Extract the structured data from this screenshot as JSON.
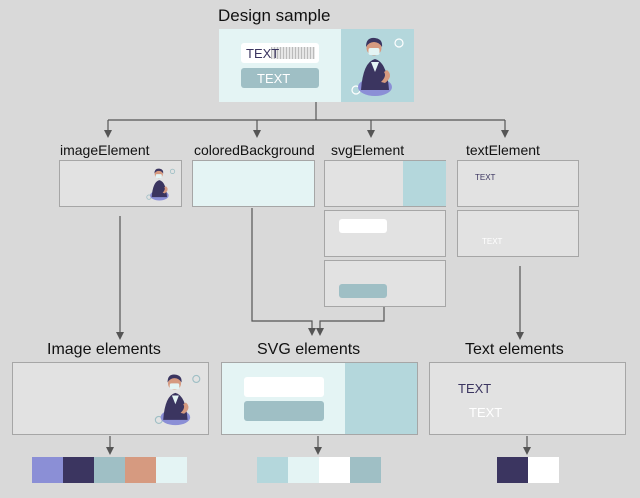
{
  "title": "Design sample",
  "sample": {
    "text1": "TEXT",
    "text2": "TEXT"
  },
  "components": {
    "image": "imageElement",
    "colored": "coloredBackground",
    "svg": "svgElement",
    "text": "textElement"
  },
  "text_element": {
    "dark_text": "TEXT",
    "white_text": "TEXT"
  },
  "outputs": {
    "image": "Image elements",
    "svg": "SVG elements",
    "text": "Text elements",
    "text_dark": "TEXT",
    "text_white": "TEXT"
  },
  "colors": {
    "light_cyan": "#e4f4f4",
    "teal": "#b4d7dc",
    "slate_teal": "#9fbfc5",
    "navy": "#3b3560",
    "periwinkle": "#8b8fd6",
    "peach": "#d69a80",
    "white": "#ffffff",
    "grey_bg": "#d9d9d9"
  },
  "palettes": {
    "image": [
      "#8b8fd6",
      "#3b3560",
      "#9fbfc5",
      "#d69a80",
      "#e4f4f4"
    ],
    "svg": [
      "#b4d7dc",
      "#e4f4f4",
      "#ffffff",
      "#9fbfc5"
    ],
    "text": [
      "#3b3560",
      "#ffffff"
    ]
  },
  "icons": [
    "person-with-mask-illustration",
    "snowflake-icon"
  ]
}
